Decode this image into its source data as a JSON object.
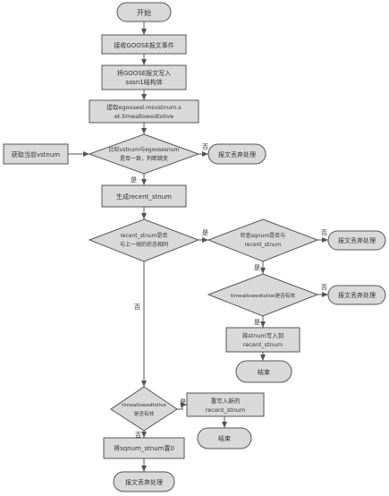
{
  "colors": {
    "shape_fill": "#d9d9d9",
    "stroke": "#555555",
    "text": "#333333",
    "background": "#ffffff"
  },
  "nodes": {
    "start": [
      "开始"
    ],
    "recv": [
      "接收GOOSE报文事件"
    ],
    "parse": [
      "将GOOSE报文写入",
      "sasn1结构体"
    ],
    "extract": [
      "提取egoosesl.msvstnum.s",
      "et.timeallowedtolive"
    ],
    "input_vstnum": [
      "获取当前vstnum"
    ],
    "cmp_vstnum": [
      "比较vstnum与egoosesnum",
      "是否一致，判断跳变"
    ],
    "discard_1": [
      "报文丢弃处理"
    ],
    "build_struct": [
      "生成recent_stnum"
    ],
    "cmp_recent": [
      "recent_stnum是否",
      "与上一帧的状态相同"
    ],
    "check_sqnum": [
      "检查sqnum是否与",
      "recent_stnum"
    ],
    "discard_2": [
      "报文丢弃处理"
    ],
    "check_ttl": [
      "timeallowedtolive是否有效"
    ],
    "discard_3": [
      "报文丢弃处理"
    ],
    "update_stnum": [
      "将stnum写入到",
      "recent_stnum"
    ],
    "end_1": [
      "结束"
    ],
    "check_ttl_2": [
      "timeallowedtolive",
      "是否有效"
    ],
    "update_recent": [
      "重写入新的",
      "recent_stnum"
    ],
    "end_2": [
      "结束"
    ],
    "reset_sqnum": [
      "将sqnum_stnum置0"
    ],
    "discard_4": [
      "报文丢弃处理"
    ]
  },
  "edge_labels": {
    "cmp_vstnum_no": "否",
    "cmp_vstnum_yes": "是",
    "cmp_recent_yes": "是",
    "cmp_recent_no": "否",
    "check_sqnum_no": "否",
    "check_sqnum_yes": "是",
    "check_ttl_no": "否",
    "check_ttl_yes": "是",
    "check_ttl_2_no": "否",
    "check_ttl_2_yes": "是"
  }
}
